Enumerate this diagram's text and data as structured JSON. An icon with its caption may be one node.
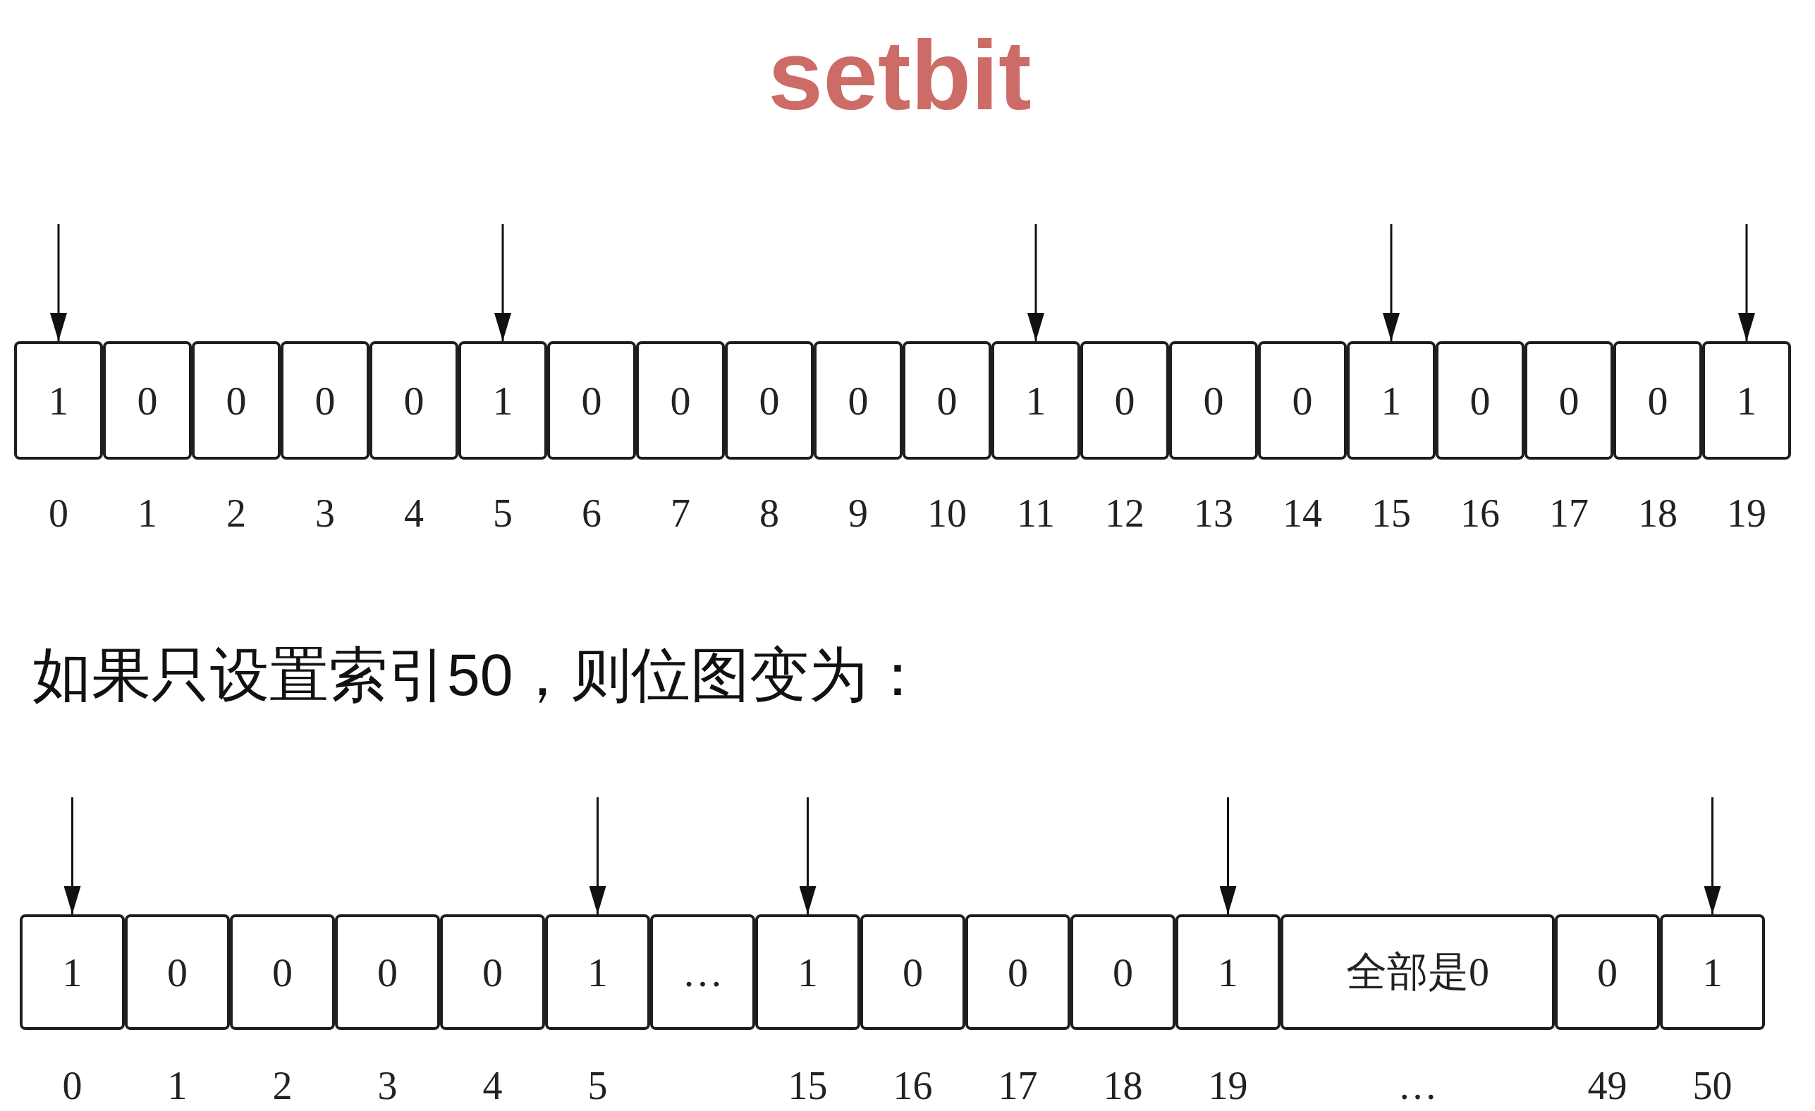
{
  "diagram": {
    "title": "setbit",
    "nodes": [
      {
        "text": [
          "1"
        ],
        "beside": [
          "0"
        ]
      },
      {
        "text": [
          "0"
        ],
        "beside": [
          "1"
        ]
      },
      {
        "text": [
          "0"
        ],
        "beside": [
          "2"
        ]
      },
      {
        "text": [
          "0"
        ],
        "beside": [
          "3"
        ]
      },
      {
        "text": [
          "0"
        ],
        "beside": [
          "4"
        ]
      },
      {
        "text": [
          "1"
        ],
        "beside": [
          "5"
        ]
      },
      {
        "text": [
          "0"
        ],
        "beside": [
          "6"
        ]
      },
      {
        "text": [
          "0"
        ],
        "beside": [
          "7"
        ]
      },
      {
        "text": [
          "0"
        ],
        "beside": [
          "8"
        ]
      },
      {
        "text": [
          "0"
        ],
        "beside": [
          "9"
        ]
      },
      {
        "text": [
          "0"
        ],
        "beside": [
          "10"
        ]
      },
      {
        "text": [
          "1"
        ],
        "beside": [
          "11"
        ]
      },
      {
        "text": [
          "0"
        ],
        "beside": [
          "12"
        ]
      },
      {
        "text": [
          "0"
        ],
        "beside": [
          "13"
        ]
      },
      {
        "text": [
          "0"
        ],
        "beside": [
          "14"
        ]
      },
      {
        "text": [
          "1"
        ],
        "beside": [
          "15"
        ]
      },
      {
        "text": [
          "0"
        ],
        "beside": [
          "16"
        ]
      },
      {
        "text": [
          "0"
        ],
        "beside": [
          "17"
        ]
      },
      {
        "text": [
          "0"
        ],
        "beside": [
          "18"
        ]
      },
      {
        "text": [
          "1"
        ],
        "beside": [
          "19"
        ]
      },
      {
        "text": [
          "1"
        ],
        "beside": [
          "0"
        ]
      },
      {
        "text": [
          "0"
        ],
        "beside": [
          "1"
        ]
      },
      {
        "text": [
          "0"
        ],
        "beside": [
          "2"
        ]
      },
      {
        "text": [
          "0"
        ],
        "beside": [
          "3"
        ]
      },
      {
        "text": [
          "0"
        ],
        "beside": [
          "4"
        ]
      },
      {
        "text": [
          "1"
        ],
        "beside": [
          "5"
        ]
      },
      {
        "text": [
          "…"
        ]
      },
      {
        "text": [
          "1"
        ],
        "beside": [
          "15"
        ]
      },
      {
        "text": [
          "0"
        ],
        "beside": [
          "16"
        ]
      },
      {
        "text": [
          "0"
        ],
        "beside": [
          "17"
        ]
      },
      {
        "text": [
          "0"
        ],
        "beside": [
          "18"
        ]
      },
      {
        "text": [
          "1"
        ],
        "beside": [
          "19"
        ]
      },
      {
        "text": [
          "全部是0"
        ],
        "beside": [
          "…"
        ]
      },
      {
        "text": [
          "0"
        ],
        "beside": [
          "49"
        ]
      },
      {
        "text": [
          "1"
        ],
        "beside": [
          "50"
        ]
      }
    ],
    "edges": [
      {
        "from": null,
        "to": 0,
        "arrow": "to"
      },
      {
        "from": null,
        "to": 5,
        "arrow": "to"
      },
      {
        "from": null,
        "to": 11,
        "arrow": "to"
      },
      {
        "from": null,
        "to": 15,
        "arrow": "to"
      },
      {
        "from": null,
        "to": 19,
        "arrow": "to"
      },
      {
        "from": null,
        "to": 20,
        "arrow": "to"
      },
      {
        "from": null,
        "to": 25,
        "arrow": "to"
      },
      {
        "from": null,
        "to": 27,
        "arrow": "to"
      },
      {
        "from": null,
        "to": 31,
        "arrow": "to"
      },
      {
        "from": null,
        "to": 34,
        "arrow": "to"
      }
    ],
    "labels": [
      "如果只设置索引50，则位图变为："
    ]
  }
}
